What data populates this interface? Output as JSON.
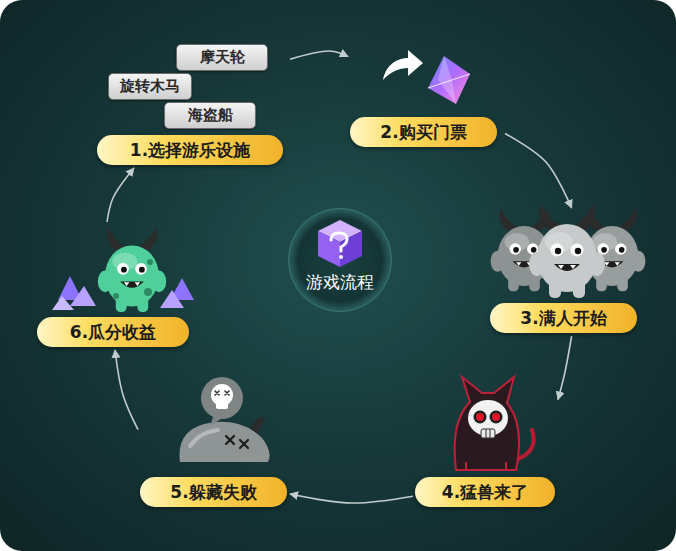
{
  "diagram": {
    "nodes": [
      {
        "text": [
          "1.选择游乐设施"
        ]
      },
      {
        "text": [
          "摩天轮"
        ],
        "in": 0
      },
      {
        "text": [
          "旋转木马"
        ],
        "in": 0
      },
      {
        "text": [
          "海盗船"
        ],
        "in": 0
      },
      {
        "text": [
          "2.购买门票"
        ]
      },
      {
        "text": [
          "3.满人开始"
        ]
      },
      {
        "text": [
          "4.猛兽来了"
        ]
      },
      {
        "text": [
          "5.躲藏失败"
        ]
      },
      {
        "text": [
          "6.瓜分收益"
        ]
      },
      {
        "text": [
          "游戏流程"
        ]
      }
    ],
    "edges": [
      {
        "from": 0,
        "to": 4,
        "arrow": "to"
      },
      {
        "from": 4,
        "to": 5,
        "arrow": "to"
      },
      {
        "from": 5,
        "to": 6,
        "arrow": "to"
      },
      {
        "from": 6,
        "to": 7,
        "arrow": "to"
      },
      {
        "from": 7,
        "to": 8,
        "arrow": "to"
      },
      {
        "from": 8,
        "to": 0,
        "arrow": "to"
      }
    ]
  }
}
